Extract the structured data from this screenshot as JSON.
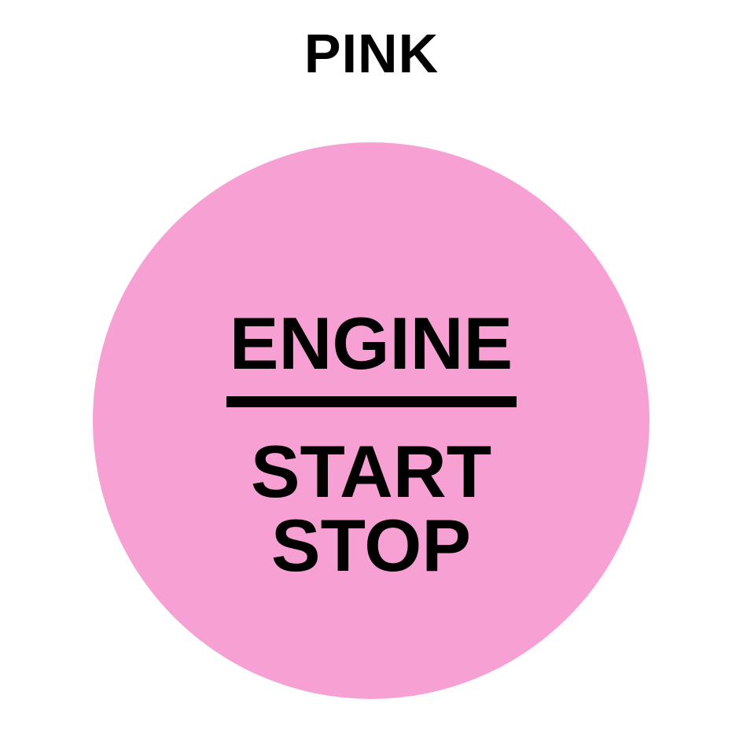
{
  "title": "PINK",
  "button": {
    "color": "#f7a0d3",
    "top_label": "ENGINE",
    "bottom_label_line1": "START",
    "bottom_label_line2": "STOP"
  }
}
